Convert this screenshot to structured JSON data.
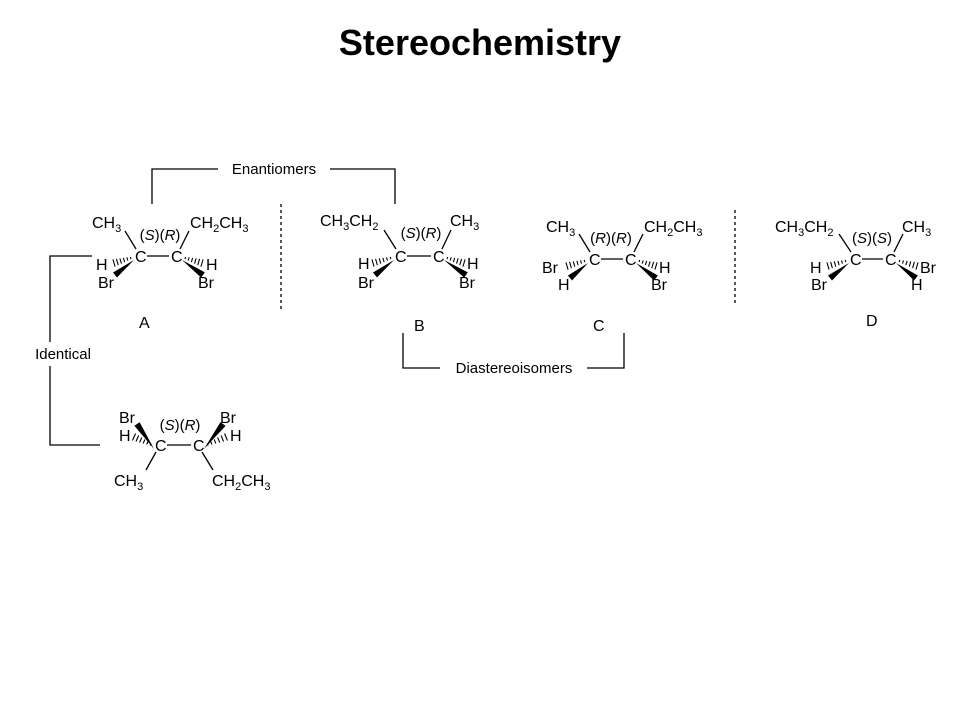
{
  "title": "Stereochemistry",
  "relations": {
    "enantiomers": "Enantiomers",
    "identical": "Identical",
    "diastereoisomers": "Diastereoisomers"
  },
  "atoms": {
    "carbon": "C",
    "hydrogen": "H",
    "bromine": "Br"
  },
  "groups": {
    "ch3": {
      "main": "CH",
      "sub": "3"
    },
    "ch2ch3": {
      "p1": "CH",
      "s1": "2",
      "p2": "CH",
      "s2": "3"
    },
    "ch3ch2": {
      "p1": "CH",
      "s1": "3",
      "p2": "CH",
      "s2": "2"
    }
  },
  "structures": [
    {
      "label": "A",
      "config": [
        "S",
        "R"
      ]
    },
    {
      "label": "B",
      "config": [
        "S",
        "R"
      ]
    },
    {
      "label": "C",
      "config": [
        "R",
        "R"
      ]
    },
    {
      "label": "D",
      "config": [
        "S",
        "S"
      ]
    },
    {
      "label": "",
      "config": [
        "S",
        "R"
      ]
    }
  ],
  "colors": {
    "ink": "#000000",
    "background": "#ffffff"
  }
}
